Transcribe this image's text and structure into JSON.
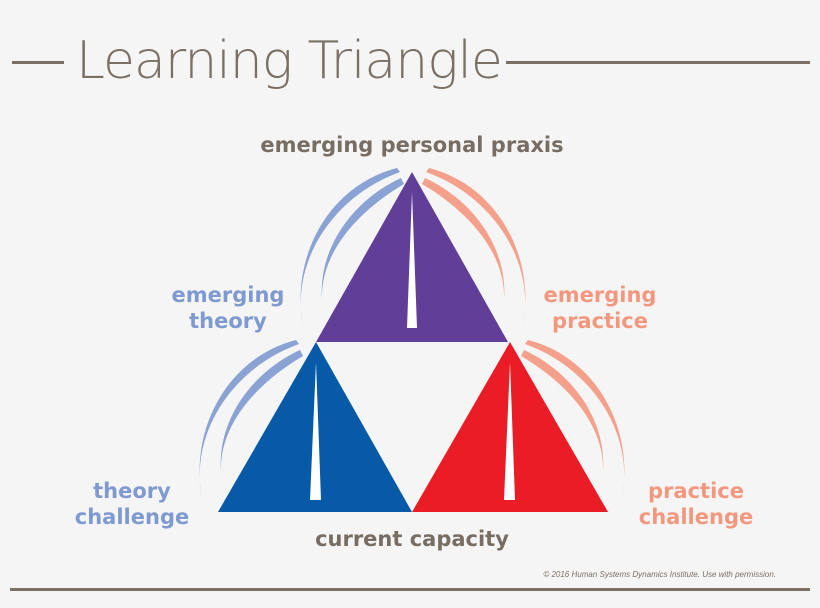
{
  "title": "Learning Triangle",
  "labels": {
    "top": "emerging personal praxis",
    "left_upper": [
      "emerging",
      "theory"
    ],
    "right_upper": [
      "emerging",
      "practice"
    ],
    "left_lower": [
      "theory",
      "challenge"
    ],
    "right_lower": [
      "practice",
      "challenge"
    ],
    "bottom": "current capacity"
  },
  "copyright": "© 2016 Human Systems Dynamics Institute. Use with permission.",
  "colors": {
    "top_triangle": "#613f98",
    "left_triangle": "#075aa8",
    "right_triangle": "#ea1c26",
    "theory_arc": "#8aa2d4",
    "practice_arc": "#f4a08a",
    "text_gray": "#786d63",
    "background": "#f5f5f5"
  }
}
